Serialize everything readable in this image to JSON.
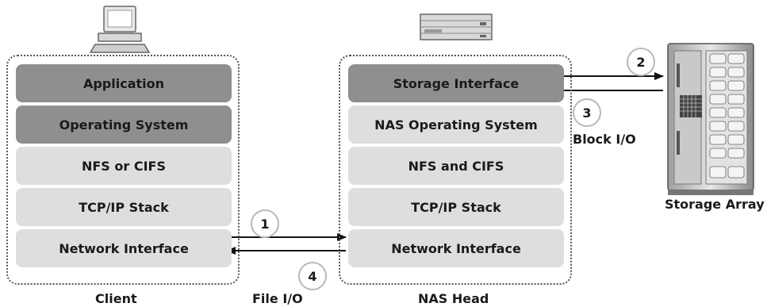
{
  "client": {
    "label": "Client",
    "layers": [
      "Application",
      "Operating System",
      "NFS or CIFS",
      "TCP/IP Stack",
      "Network Interface"
    ]
  },
  "nas_head": {
    "label": "NAS Head",
    "layers": [
      "Storage Interface",
      "NAS Operating System",
      "NFS and CIFS",
      "TCP/IP Stack",
      "Network Interface"
    ]
  },
  "storage": {
    "label": "Storage Array"
  },
  "steps": [
    "1",
    "2",
    "3",
    "4"
  ],
  "io_labels": {
    "file": "File I/O",
    "block": "Block I/O"
  },
  "colors": {
    "dark_layer": "#8f8f8f",
    "light_layer": "#dedede",
    "arrow": "#111111"
  }
}
